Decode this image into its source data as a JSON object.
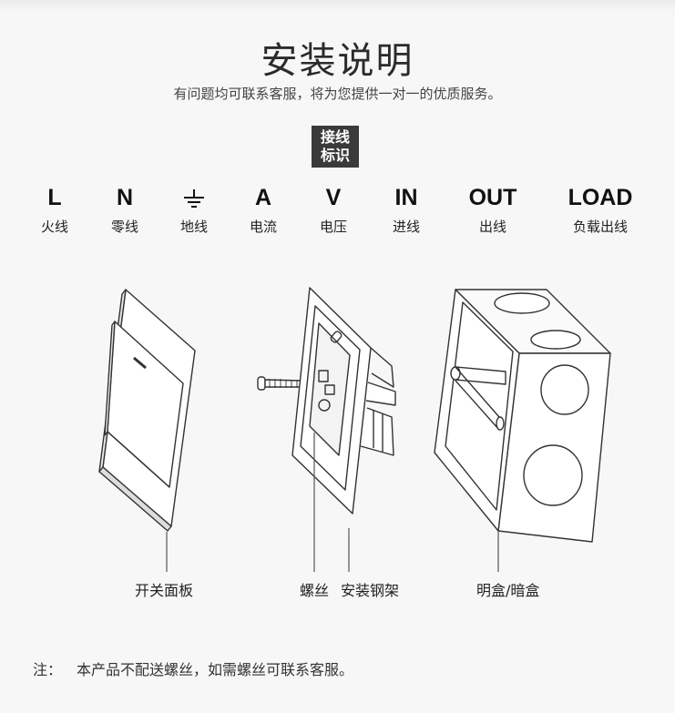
{
  "title": "安装说明",
  "subtitle": "有问题均可联系客服，将为您提供一对一的优质服务。",
  "badge": {
    "line1": "接线",
    "line2": "标识"
  },
  "legend": [
    {
      "symbol": "L",
      "label": "火线"
    },
    {
      "symbol": "N",
      "label": "零线"
    },
    {
      "symbol": "",
      "icon": "ground-icon",
      "label": "地线"
    },
    {
      "symbol": "A",
      "label": "电流"
    },
    {
      "symbol": "V",
      "label": "电压"
    },
    {
      "symbol": "IN",
      "label": "进线"
    },
    {
      "symbol": "OUT",
      "label": "出线"
    },
    {
      "symbol": "LOAD",
      "label": "负载出线"
    }
  ],
  "parts": {
    "panel": "开关面板",
    "screw": "螺丝",
    "frame": "安装钢架",
    "box": "明盒/暗盒"
  },
  "note": {
    "prefix": "注：",
    "text": "本产品不配送螺丝，如需螺丝可联系客服。"
  }
}
